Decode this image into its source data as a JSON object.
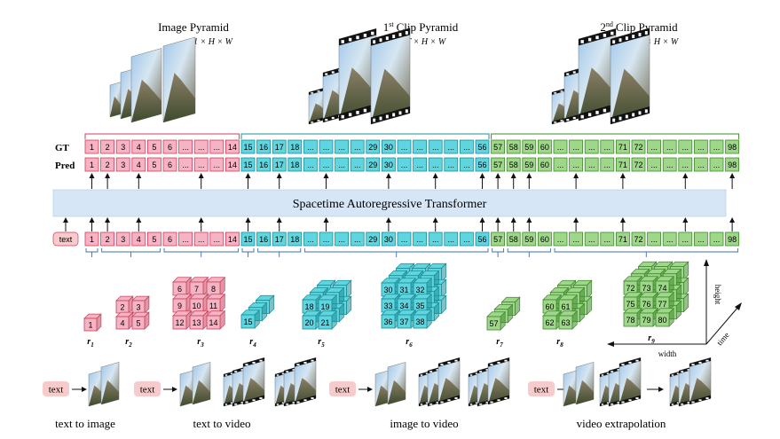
{
  "pyramids": [
    {
      "title": "Image Pyramid",
      "dims": "1 × H × W"
    },
    {
      "title_sup": "st",
      "title_pre": "1",
      "title_post": "Clip Pyramid",
      "dims": "T × H × W"
    },
    {
      "title_sup": "nd",
      "title_pre": "2",
      "title_post": "Clip Pyramid",
      "dims": "T × H × W"
    }
  ],
  "rows": {
    "gt": "GT",
    "pred": "Pred"
  },
  "transformer": "Spacetime Autoregressive Transformer",
  "text_token": "text",
  "token_groups": [
    {
      "color": "pink",
      "cells": [
        "1",
        "2",
        "3",
        "4",
        "5",
        "6",
        "...",
        "...",
        "...",
        "14"
      ]
    },
    {
      "color": "cyan",
      "cells": [
        "15",
        "16",
        "17",
        "18",
        "...",
        "...",
        "...",
        "...",
        "29",
        "30",
        "...",
        "...",
        "...",
        "...",
        "...",
        "56"
      ]
    },
    {
      "color": "green",
      "cells": [
        "57",
        "58",
        "59",
        "60",
        "...",
        "...",
        "...",
        "...",
        "71",
        "72",
        "...",
        "...",
        "...",
        "...",
        "...",
        "98"
      ]
    }
  ],
  "scales": [
    {
      "label": "r",
      "sub": "1"
    },
    {
      "label": "r",
      "sub": "2"
    },
    {
      "label": "r",
      "sub": "3"
    },
    {
      "label": "r",
      "sub": "4"
    },
    {
      "label": "r",
      "sub": "5"
    },
    {
      "label": "r",
      "sub": "6"
    },
    {
      "label": "r",
      "sub": "7"
    },
    {
      "label": "r",
      "sub": "8"
    },
    {
      "label": "r",
      "sub": "9"
    }
  ],
  "cubes": {
    "r1": [
      "1"
    ],
    "r2": [
      "2",
      "3",
      "4",
      "5"
    ],
    "r3": [
      "6",
      "7",
      "8",
      "9",
      "10",
      "11",
      "12",
      "13",
      "14"
    ],
    "r4": [
      "15"
    ],
    "r5": [
      "18",
      "19",
      "20",
      "21"
    ],
    "r6": [
      "30",
      "31",
      "32",
      "33",
      "34",
      "35",
      "36",
      "37",
      "38"
    ],
    "r7": [
      "57"
    ],
    "r8": [
      "60",
      "61",
      "62",
      "63"
    ],
    "r9": [
      "72",
      "73",
      "74",
      "75",
      "76",
      "77",
      "78",
      "79",
      "80"
    ]
  },
  "axes": {
    "height": "height",
    "time": "time",
    "width": "width"
  },
  "tasks": [
    {
      "label": "text to image",
      "input": "text"
    },
    {
      "label": "text to video",
      "input": "text"
    },
    {
      "label": "image to video",
      "input": "text"
    },
    {
      "label": "video extrapolation",
      "input": "text"
    }
  ],
  "colors": {
    "pink_fill": "#f6b3c3",
    "pink_stroke": "#c9405c",
    "cyan_fill": "#5fd6df",
    "cyan_stroke": "#1c8d96",
    "green_fill": "#9ed68a",
    "green_stroke": "#3f8a2c",
    "transformer_fill": "#d6e6f6",
    "text_fill": "#f7cbcb"
  }
}
